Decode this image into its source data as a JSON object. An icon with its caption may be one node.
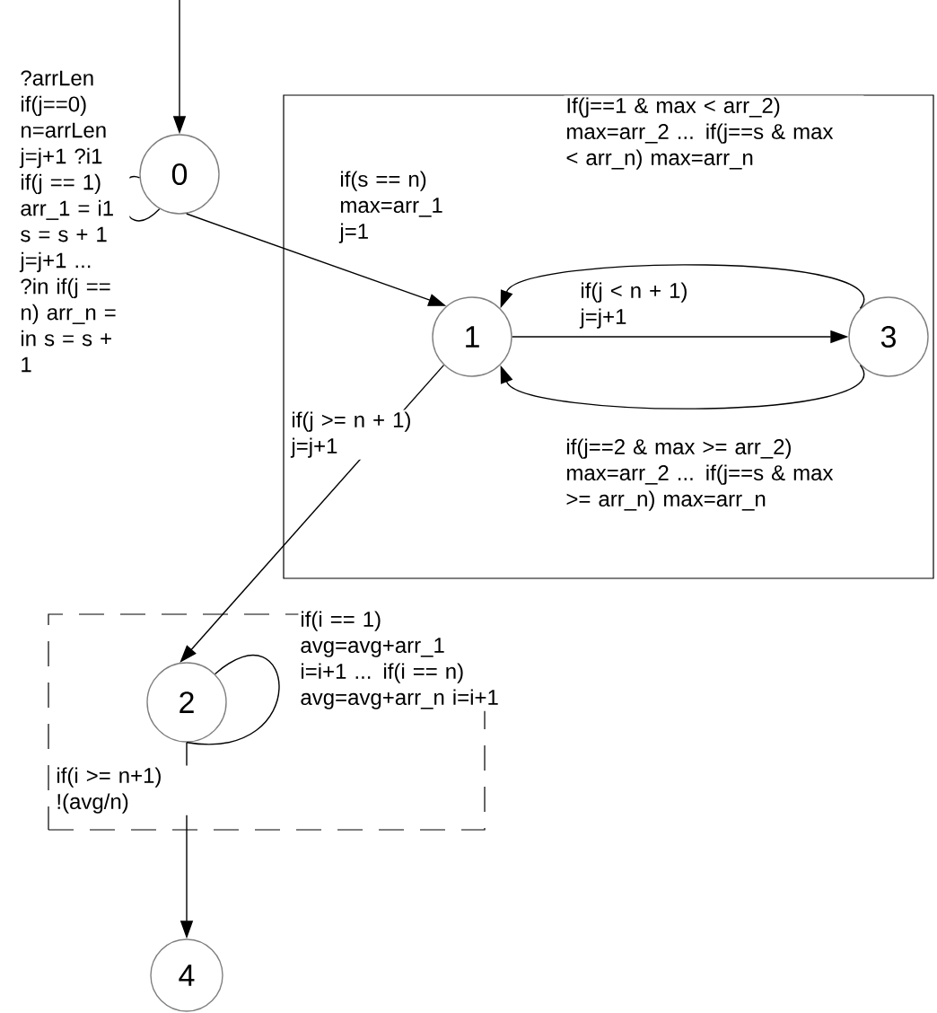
{
  "diagram": {
    "nodes": [
      {
        "text": [
          "0"
        ]
      },
      {
        "text": [],
        "shape": "box"
      },
      {
        "text": [
          "1"
        ],
        "in": 1
      },
      {
        "text": [
          "3"
        ],
        "in": 1
      },
      {
        "text": [],
        "shape": "box"
      },
      {
        "text": [
          "2"
        ],
        "in": 4
      },
      {
        "text": [
          "4"
        ]
      }
    ],
    "edges": [
      {
        "from": null,
        "to": 0,
        "arrow": "to"
      },
      {
        "from": 0,
        "to": 0,
        "arrow": "none",
        "label": "?arrLen if(j==0) n=arrLen j=j+1 ?i1 if(j == 1) arr_1 = i1 s = s + 1 j=j+1 ... ?in if(j == n) arr_n = in s = s + 1"
      },
      {
        "from": 0,
        "to": 2,
        "arrow": "to",
        "label": "if(s == n) max=arr_1 j=1"
      },
      {
        "from": 2,
        "to": 3,
        "arrow": "to",
        "label": "if(j < n + 1) j=j+1"
      },
      {
        "from": 3,
        "to": 2,
        "arrow": "to",
        "label": "If(j==1 & max < arr_2) max=arr_2 ... if(j==s & max < arr_n) max=arr_n"
      },
      {
        "from": 3,
        "to": 2,
        "arrow": "to",
        "label": "if(j==2 & max >= arr_2) max=arr_2 ... if(j==s & max >= arr_n) max=arr_n"
      },
      {
        "from": 2,
        "to": 5,
        "arrow": "to",
        "label": "if(j >= n + 1) j=j+1"
      },
      {
        "from": 5,
        "to": 5,
        "arrow": "none",
        "label": "if(i == 1) avg=avg+arr_1 i=i+1 ... if(i == n) avg=avg+arr_n i=i+1"
      },
      {
        "from": 5,
        "to": 6,
        "arrow": "to",
        "label": "if(i >= n+1) !(avg/n)"
      }
    ]
  }
}
